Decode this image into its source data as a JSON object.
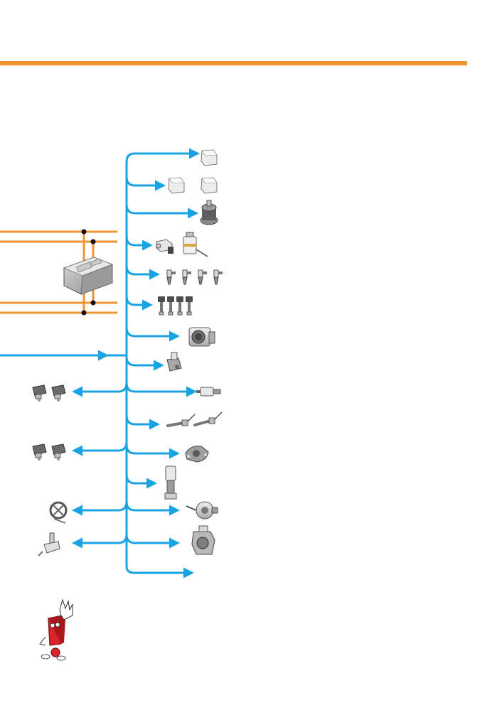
{
  "colors": {
    "accent_orange": "#f39433",
    "signal_blue": "#18a3e2",
    "node_black": "#111111",
    "component_light": "#e3e3e3",
    "component_mid": "#b5b5b5",
    "component_dark": "#6f6f6f",
    "warning_red": "#d9242a"
  },
  "diagram": {
    "type": "system-overview",
    "right_outputs": [
      {
        "component": "relay-icon",
        "count": 1
      },
      {
        "component": "relay-icon",
        "count": 2
      },
      {
        "component": "fuel-pump-module-icon",
        "count": 1
      },
      {
        "component": "fuel-pump-and-sender-icon",
        "count": 2
      },
      {
        "component": "fuel-injector-icon",
        "count": 4
      },
      {
        "component": "ignition-coil-icon",
        "count": 4
      },
      {
        "component": "throttle-body-icon",
        "count": 1
      },
      {
        "component": "valve-actuator-icon",
        "count": 1
      },
      {
        "component": "solenoid-valve-icon",
        "count": 1
      },
      {
        "component": "lambda-probe-icon",
        "count": 2
      },
      {
        "component": "flap-valve-icon",
        "count": 1
      },
      {
        "component": "camshaft-solenoid-icon",
        "count": 1
      },
      {
        "component": "electric-pump-icon",
        "count": 1
      },
      {
        "component": "wastegate-actuator-icon",
        "count": 1
      },
      {
        "component": "unlabeled-output",
        "count": 0
      }
    ],
    "left_inputs": [
      {
        "component": "knock-sensor-icon",
        "count": 2
      },
      {
        "component": "knock-sensor-icon",
        "count": 2
      },
      {
        "component": "sender-wheel-icon",
        "count": 1
      },
      {
        "component": "temperature-sender-icon",
        "count": 1
      }
    ],
    "bus_network": {
      "component": "control-unit-icon",
      "orange_lines": 4
    }
  },
  "notice": {
    "icon": "warning-hand-icon"
  }
}
